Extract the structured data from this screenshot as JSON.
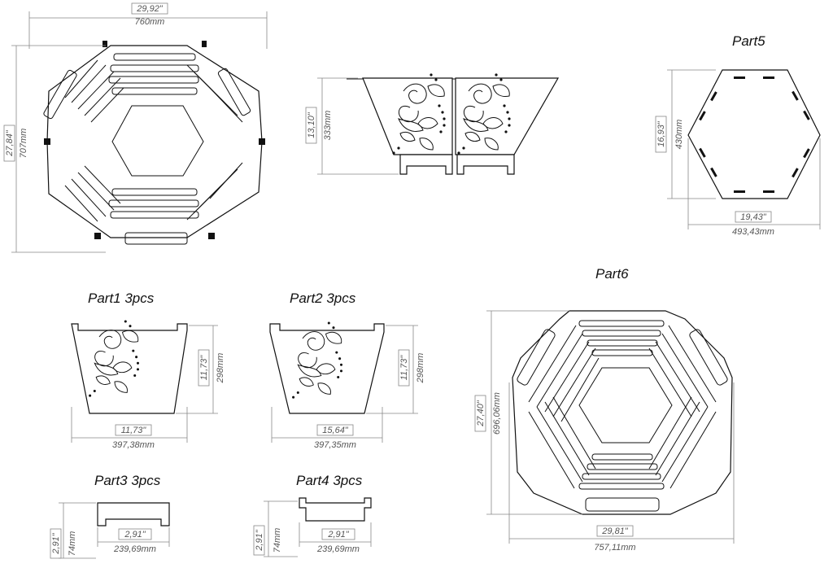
{
  "assembly_top": {
    "width_in": "29,92\"",
    "width_mm": "760mm",
    "height_in": "27,84\"",
    "height_mm": "707mm"
  },
  "assembly_side": {
    "height_in": "13,10\"",
    "height_mm": "333mm"
  },
  "part5": {
    "label": "Part5",
    "height_in": "16,93\"",
    "height_mm": "430mm",
    "width_in": "19,43\"",
    "width_mm": "493,43mm"
  },
  "part6": {
    "label": "Part6",
    "height_in": "27,40\"",
    "height_mm": "696,06mm",
    "width_in": "29,81\"",
    "width_mm": "757,11mm"
  },
  "part1": {
    "label": "Part1 3pcs",
    "height_in": "11,73\"",
    "height_mm": "298mm",
    "width_in": "11,73\"",
    "width_mm": "397,38mm"
  },
  "part2": {
    "label": "Part2 3pcs",
    "height_in": "11,73\"",
    "height_mm": "298mm",
    "width_in": "15,64\"",
    "width_mm": "397,35mm"
  },
  "part3": {
    "label": "Part3 3pcs",
    "height_in": "2,91\"",
    "height_mm": "74mm",
    "width_in": "2,91\"",
    "width_mm": "239,69mm"
  },
  "part4": {
    "label": "Part4 3pcs",
    "height_in": "2,91\"",
    "height_mm": "74mm",
    "width_in": "2,91\"",
    "width_mm": "239,69mm"
  }
}
